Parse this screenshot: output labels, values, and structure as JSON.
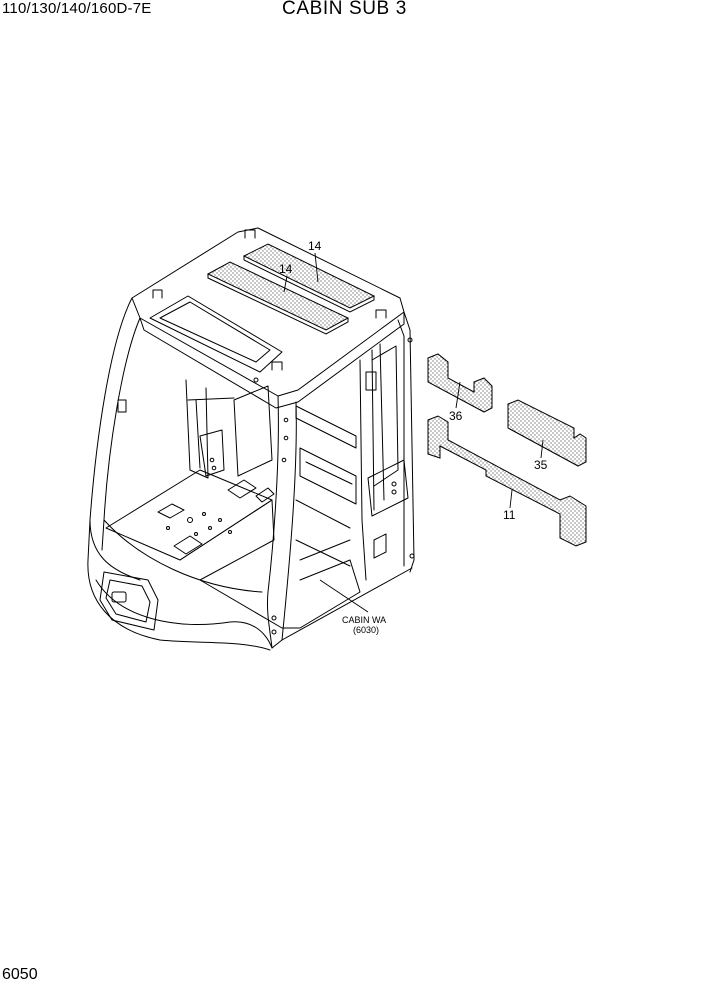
{
  "header": {
    "model": "110/130/140/160D-7E",
    "title": "CABIN SUB 3"
  },
  "callouts": [
    {
      "id": "a",
      "label": "14"
    },
    {
      "id": "b",
      "label": "14"
    },
    {
      "id": "c",
      "label": "36"
    },
    {
      "id": "d",
      "label": "35"
    },
    {
      "id": "e",
      "label": "11"
    }
  ],
  "reference": {
    "line1": "CABIN WA",
    "line2": "(6030)"
  },
  "footer": {
    "page_number": "6050"
  }
}
